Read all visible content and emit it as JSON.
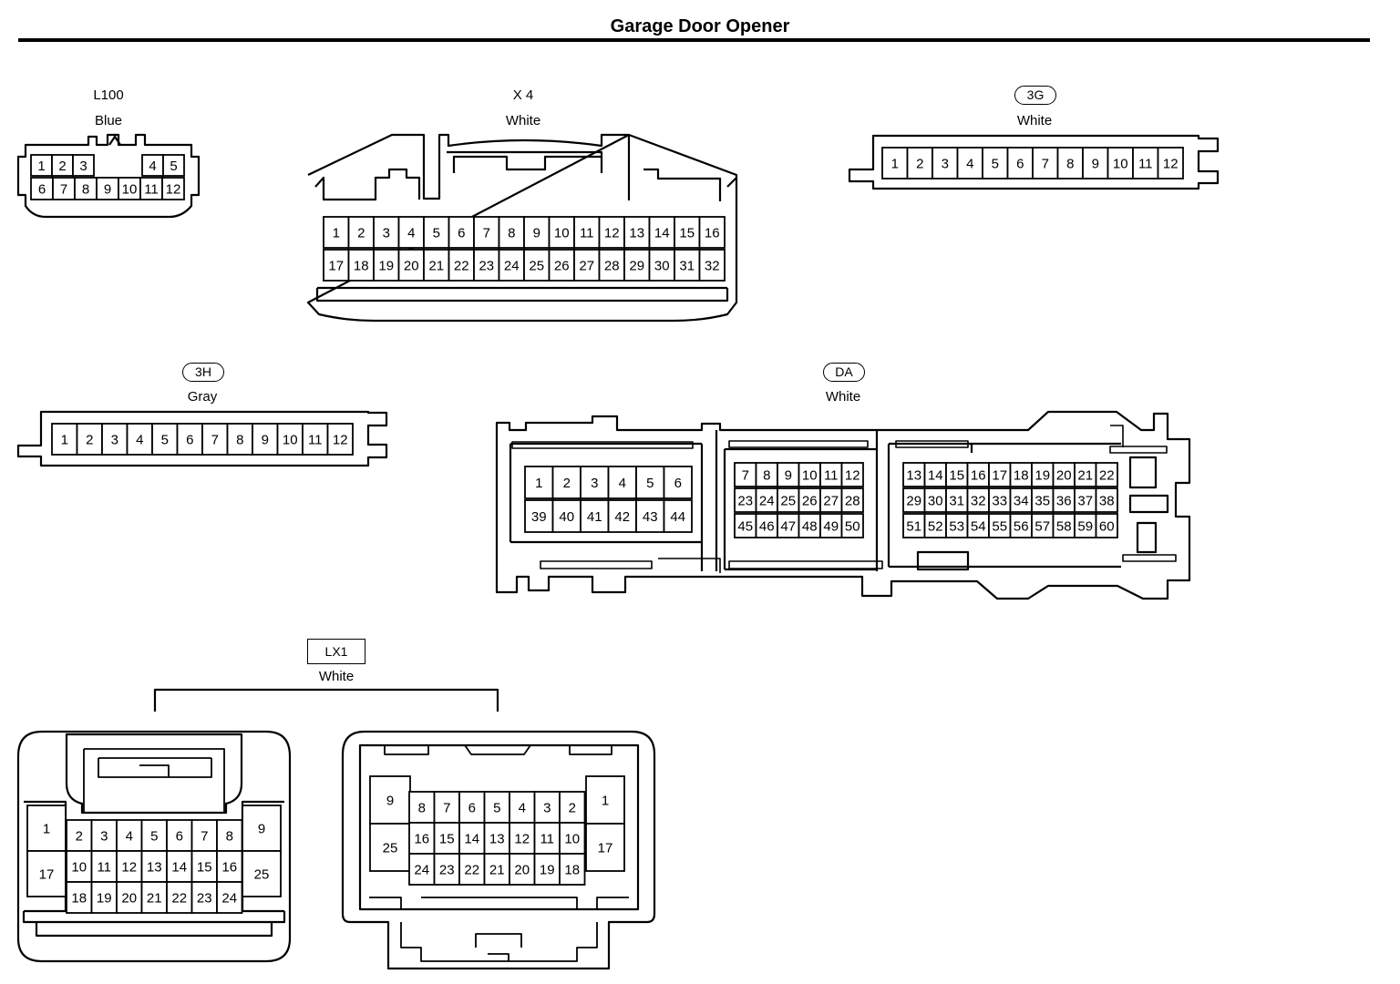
{
  "page_title": "Garage Door Opener",
  "connectors": {
    "l100": {
      "code": "L100",
      "color": "Blue",
      "row1_left": [
        "1",
        "2",
        "3"
      ],
      "row1_right": [
        "4",
        "5"
      ],
      "row2": [
        "6",
        "7",
        "8",
        "9",
        "10",
        "11",
        "12"
      ]
    },
    "x4": {
      "code": "X 4",
      "color": "White",
      "row1": [
        "1",
        "2",
        "3",
        "4",
        "5",
        "6",
        "7",
        "8",
        "9",
        "10",
        "11",
        "12",
        "13",
        "14",
        "15",
        "16"
      ],
      "row2": [
        "17",
        "18",
        "19",
        "20",
        "21",
        "22",
        "23",
        "24",
        "25",
        "26",
        "27",
        "28",
        "29",
        "30",
        "31",
        "32"
      ]
    },
    "c3g": {
      "code": "3G",
      "color": "White",
      "pins": [
        "1",
        "2",
        "3",
        "4",
        "5",
        "6",
        "7",
        "8",
        "9",
        "10",
        "11",
        "12"
      ]
    },
    "c3h": {
      "code": "3H",
      "color": "Gray",
      "pins": [
        "1",
        "2",
        "3",
        "4",
        "5",
        "6",
        "7",
        "8",
        "9",
        "10",
        "11",
        "12"
      ]
    },
    "da": {
      "code": "DA",
      "color": "White",
      "block1": [
        [
          "1",
          "2",
          "3",
          "4",
          "5",
          "6"
        ],
        [
          "39",
          "40",
          "41",
          "42",
          "43",
          "44"
        ]
      ],
      "block2": [
        [
          "7",
          "8",
          "9",
          "10",
          "11",
          "12"
        ],
        [
          "23",
          "24",
          "25",
          "26",
          "27",
          "28"
        ],
        [
          "45",
          "46",
          "47",
          "48",
          "49",
          "50"
        ]
      ],
      "block3": [
        [
          "13",
          "14",
          "15",
          "16",
          "17",
          "18",
          "19",
          "20",
          "21",
          "22"
        ],
        [
          "29",
          "30",
          "31",
          "32",
          "33",
          "34",
          "35",
          "36",
          "37",
          "38"
        ],
        [
          "51",
          "52",
          "53",
          "54",
          "55",
          "56",
          "57",
          "58",
          "59",
          "60"
        ]
      ]
    },
    "lx1": {
      "code": "LX1",
      "color": "White",
      "left": {
        "side_left": [
          "1",
          "17"
        ],
        "side_right": [
          "9",
          "25"
        ],
        "rows": [
          [
            "2",
            "3",
            "4",
            "5",
            "6",
            "7",
            "8"
          ],
          [
            "10",
            "11",
            "12",
            "13",
            "14",
            "15",
            "16"
          ],
          [
            "18",
            "19",
            "20",
            "21",
            "22",
            "23",
            "24"
          ]
        ]
      },
      "right": {
        "side_left": [
          "9",
          "25"
        ],
        "side_right": [
          "1",
          "17"
        ],
        "rows": [
          [
            "8",
            "7",
            "6",
            "5",
            "4",
            "3",
            "2"
          ],
          [
            "16",
            "15",
            "14",
            "13",
            "12",
            "11",
            "10"
          ],
          [
            "24",
            "23",
            "22",
            "21",
            "20",
            "19",
            "18"
          ]
        ]
      }
    }
  }
}
